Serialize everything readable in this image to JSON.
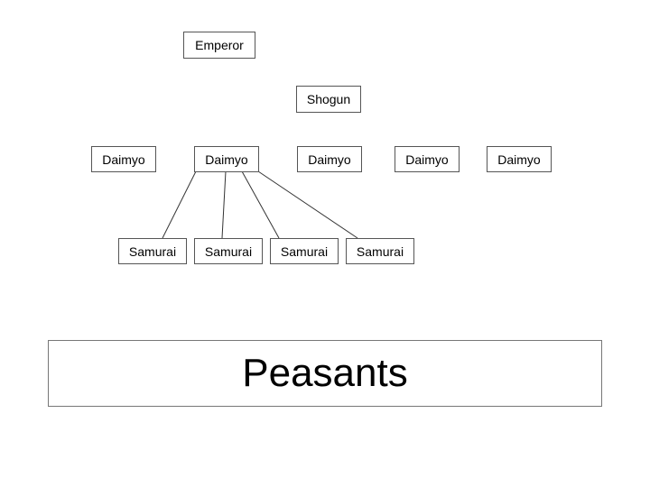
{
  "hierarchy": {
    "emperor": {
      "label": "Emperor"
    },
    "shogun": {
      "label": "Shogun"
    },
    "daimyo": [
      {
        "label": "Daimyo"
      },
      {
        "label": "Daimyo"
      },
      {
        "label": "Daimyo"
      },
      {
        "label": "Daimyo"
      },
      {
        "label": "Daimyo"
      }
    ],
    "samurai": [
      {
        "label": "Samurai"
      },
      {
        "label": "Samurai"
      },
      {
        "label": "Samurai"
      },
      {
        "label": "Samurai"
      }
    ],
    "peasants": {
      "label": "Peasants"
    }
  },
  "colors": {
    "border": "#555555",
    "line": "#333333",
    "text": "#000000",
    "background": "#ffffff"
  }
}
